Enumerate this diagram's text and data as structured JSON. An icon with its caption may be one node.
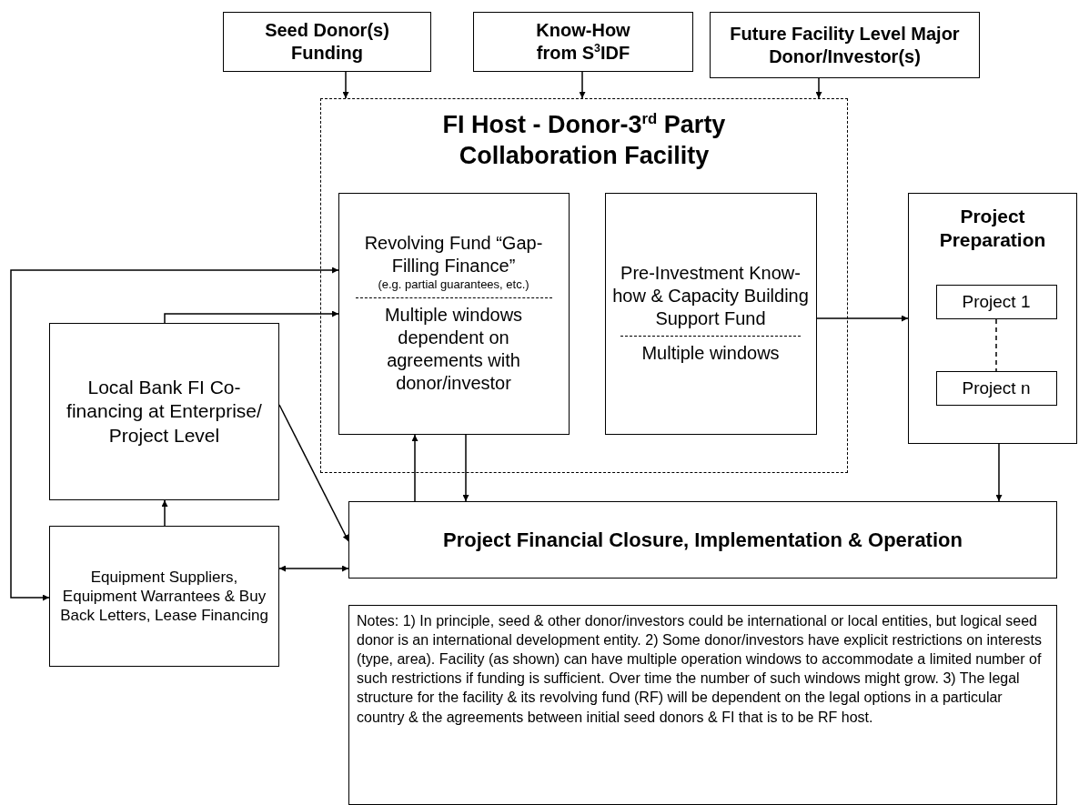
{
  "diagram": {
    "nodes": [
      {
        "text": [
          "Seed Donor(s) Funding"
        ]
      },
      {
        "text": [
          "Know-How from S$^{3}$IDF"
        ]
      },
      {
        "text": [
          "Future Facility Level Major Donor/Investor(s)"
        ]
      },
      {
        "text": [
          "FI Host - Donor-3$^{rd}$ Party Collaboration Facility"
        ]
      },
      {
        "text": [
          "Revolving Fund “Gap-Filling Finance”",
          "(e.g. partial guarantees, etc.)",
          "Multiple windows dependent on agreements with donor/investor"
        ],
        "in": 3
      },
      {
        "text": [
          "Pre-Investment Know-how & Capacity Building Support Fund",
          "Multiple windows"
        ],
        "in": 3
      },
      {
        "text": [
          "Project Preparation"
        ]
      },
      {
        "text": [
          "Project 1"
        ],
        "in": 6
      },
      {
        "text": [
          "Project n"
        ],
        "in": 6
      },
      {
        "text": [
          "Local Bank FI Co-financing at Enterprise/ Project Level"
        ]
      },
      {
        "text": [
          "Equipment Suppliers, Equipment Warrantees & Buy Back Letters, Lease Financing"
        ]
      },
      {
        "text": [
          "Project Financial Closure, Implementation & Operation"
        ]
      }
    ],
    "edges": [
      {
        "from": 0,
        "to": 3,
        "arrow": "to"
      },
      {
        "from": 1,
        "to": 3,
        "arrow": "to"
      },
      {
        "from": 2,
        "to": 3,
        "arrow": "to"
      },
      {
        "from": 10,
        "to": 4,
        "arrow": "both"
      },
      {
        "from": 9,
        "to": 4,
        "arrow": "to"
      },
      {
        "from": 10,
        "to": 9,
        "arrow": "to"
      },
      {
        "from": 9,
        "to": 11,
        "arrow": "to"
      },
      {
        "from": 10,
        "to": 11,
        "arrow": "both"
      },
      {
        "from": 11,
        "to": 4,
        "arrow": "to"
      },
      {
        "from": 4,
        "to": 11,
        "arrow": "to"
      },
      {
        "from": 5,
        "to": 6,
        "arrow": "to"
      },
      {
        "from": 6,
        "to": 11,
        "arrow": "to"
      },
      {
        "from": 7,
        "to": 8,
        "arrow": "none",
        "style": "dashed"
      }
    ],
    "labels": [
      "Notes: 1) In principle, seed & other donor/investors could be international or local entities, but logical seed donor is an international development entity. 2) Some donor/investors have explicit restrictions on interests (type, area). Facility (as shown) can have multiple operation windows to accommodate a limited number of such restrictions if funding is sufficient. Over time the number of such windows might grow. 3) The legal structure for the facility & its revolving fund (RF) will be dependent on the legal options in a particular country & the agreements between initial seed donors & FI that is to be RF host."
    ]
  }
}
